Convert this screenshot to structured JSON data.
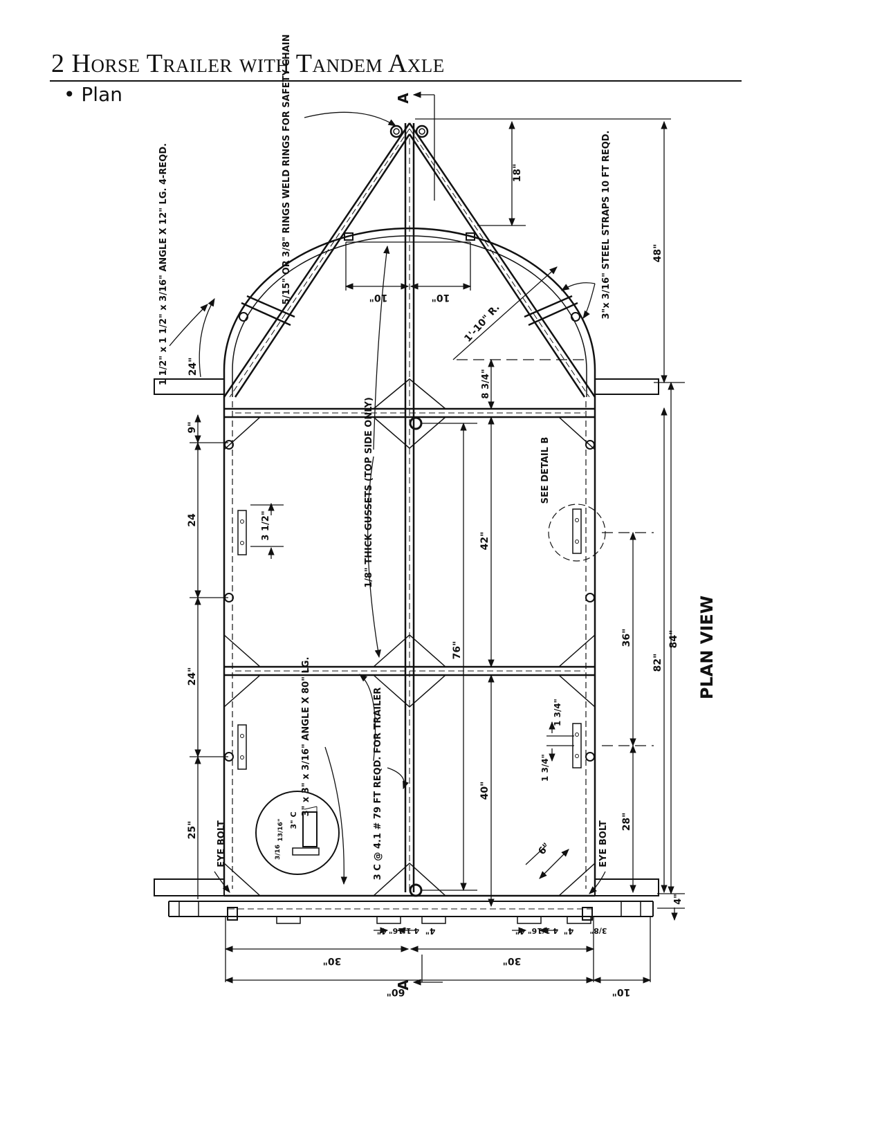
{
  "page": {
    "title": "2 Horse Trailer with Tandem Axle",
    "subtitle": "• Plan"
  },
  "drawing": {
    "view_label": "PLAN VIEW",
    "section_marker": "A",
    "annotations": {
      "rings": "5/15\" OR 3/8\" RINGS WELD RINGS FOR SAFETY CHAIN",
      "angle_top": "1 1/2\" x 1 1/2\" x 3/16\" ANGLE X 12\" LG. 4-REQD.",
      "steel_straps": "3\"x 3/16\" STEEL STRAPS 10 FT REQD.",
      "radius": "1'-10\" R.",
      "gussets": "1/8\" THICK GUSSETS (TOP SIDE ONLY)",
      "detail_b": "SEE DETAIL B",
      "angle_bottom": "3\" x 3\" x 3/16\" ANGLE X 80\" LG.",
      "channel": "3 C @ 4.1 # 79 FT REQD. FOR TRAILER",
      "eye_bolt_left": "EYE BOLT",
      "eye_bolt_right": "EYE BOLT",
      "inset_3c": "3\" C",
      "inset_13_16": "13/16\"",
      "inset_3_16": "3/16"
    },
    "dimensions": {
      "d18": "18\"",
      "d48": "48\"",
      "d10_left": "10\"",
      "d10_right": "10\"",
      "d24_top": "24\"",
      "d8_3_4": "8 3/4\"",
      "d9": "9\"",
      "d24_a": "24",
      "d3_1_2": "3 1/2\"",
      "d42": "42\"",
      "d76": "76\"",
      "d24_b": "24\"",
      "d36": "36\"",
      "d82": "82\"",
      "d84": "84\"",
      "d40": "40\"",
      "d1_3_4_a": "1 3/4\"",
      "d1_3_4_b": "1 3/4\"",
      "d25": "25\"",
      "d28": "28\"",
      "d6": "6\"",
      "d4_right": "4\"",
      "d4_a": "4\"",
      "d4_1_16_a": "4 1/16\"",
      "d4_b": "4\"",
      "d4_c": "4\"",
      "d4_1_16_b": "4 1/16\"",
      "d4_d": "4\"",
      "d3_8": "3/8\"",
      "d30_left": "30\"",
      "d30_right": "30\"",
      "d60": "60\"",
      "d10_bottom": "10\""
    }
  }
}
